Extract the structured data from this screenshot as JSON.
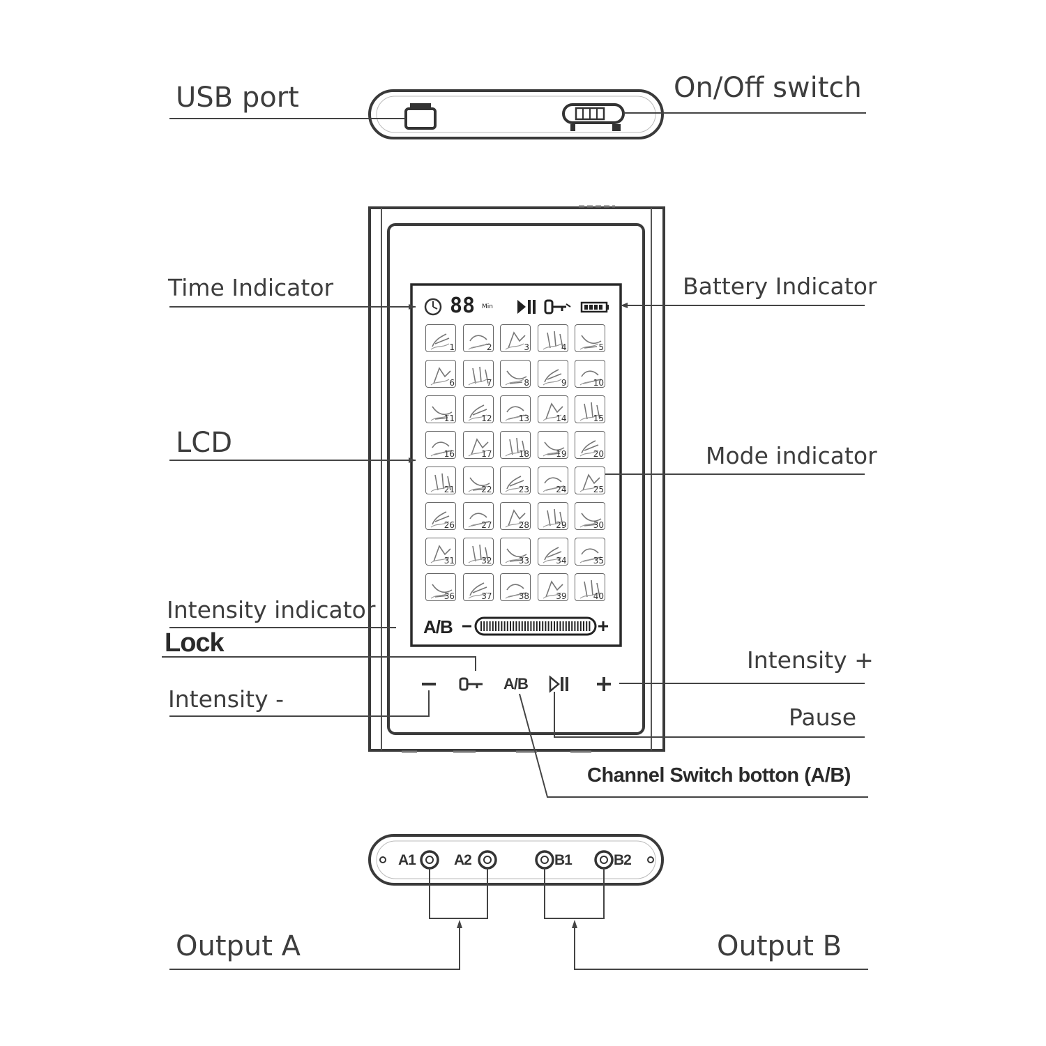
{
  "labels": {
    "usb_port": "USB  port",
    "on_off_switch": "On/Off  switch",
    "time_indicator": "Time Indicator",
    "battery_indicator": "Battery Indicator",
    "lcd": "LCD",
    "mode_indicator": "Mode indicator",
    "intensity_indicator": "Intensity indicator",
    "lock": "Lock",
    "intensity_plus": "Intensity +",
    "intensity_minus": "Intensity -",
    "pause": "Pause",
    "channel_switch": "Channel Switch botton (A/B)",
    "output_a": "Output    A",
    "output_b": "Output    B"
  },
  "lcd": {
    "time_digits": "88",
    "time_unit": "Min",
    "channel_label": "A/B",
    "minus_sign": "−",
    "plus_sign": "+"
  },
  "buttons": {
    "ab_label": "A/B"
  },
  "output_ports": {
    "a1": "A1",
    "a2": "A2",
    "b1": "B1",
    "b2": "B2"
  },
  "modes": [
    "1",
    "2",
    "3",
    "4",
    "5",
    "6",
    "7",
    "8",
    "9",
    "10",
    "11",
    "12",
    "13",
    "14",
    "15",
    "16",
    "17",
    "18",
    "19",
    "20",
    "21",
    "22",
    "23",
    "24",
    "25",
    "26",
    "27",
    "28",
    "29",
    "30",
    "31",
    "32",
    "33",
    "34",
    "35",
    "36",
    "37",
    "38",
    "39",
    "40"
  ],
  "icons": {
    "usb": "usb-port-icon",
    "switch": "slide-switch-icon",
    "clock": "clock-icon",
    "play_pause": "play-pause-icon",
    "lock": "key-lock-icon",
    "battery": "battery-icon",
    "intensity_minus": "minus-icon",
    "intensity_plus": "plus-icon"
  }
}
